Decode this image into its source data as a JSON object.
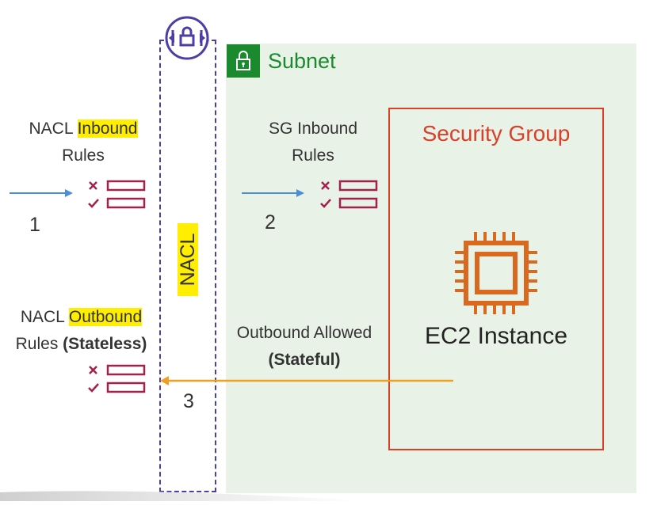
{
  "subnet": {
    "label": "Subnet"
  },
  "security_group": {
    "label": "Security Group"
  },
  "ec2": {
    "label": "EC2 Instance"
  },
  "nacl": {
    "label": "NACL"
  },
  "nacl_inbound": {
    "prefix": "NACL ",
    "highlight": "Inbound",
    "line2": "Rules"
  },
  "sg_inbound": {
    "line1": "SG Inbound",
    "line2": "Rules"
  },
  "nacl_outbound": {
    "prefix": "NACL ",
    "highlight": "Outbound ",
    "line2_prefix": "Rules ",
    "line2_bold": "(Stateless)"
  },
  "outbound_allowed": {
    "line1": "Outbound Allowed",
    "line2": "(Stateful)"
  },
  "steps": {
    "one": "1",
    "two": "2",
    "three": "3"
  },
  "icons": {
    "subnet": "padlock-icon",
    "nacl": "nacl-lock-icon",
    "rules": "rules-list-icon",
    "ec2": "chip-icon"
  },
  "colors": {
    "subnet_green": "#1b8a2f",
    "subnet_bg": "#e9f2e6",
    "security_group_red": "#d9402a",
    "nacl_purple": "#4b3fa6",
    "rules_maroon": "#a0224d",
    "ec2_orange": "#d9691f",
    "inbound_arrow_blue": "#4a8fd4",
    "outbound_arrow_orange": "#f0a020",
    "highlight_yellow": "#ffee00"
  }
}
